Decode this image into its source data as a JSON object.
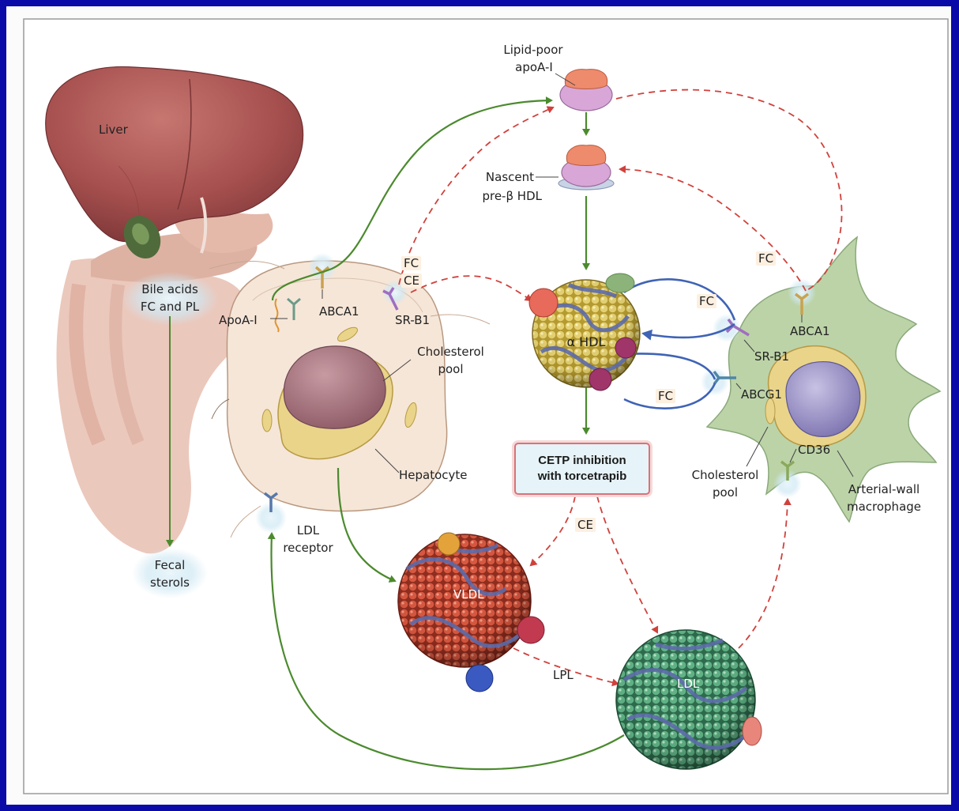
{
  "labels": {
    "liver": "Liver",
    "bile_acids": "Bile acids",
    "fc_and_pl": "FC and PL",
    "fecal": "Fecal",
    "sterols": "sterols",
    "apoa1_left": "ApoA-I",
    "abca1_left": "ABCA1",
    "srb1_left": "SR-B1",
    "fc_left": "FC",
    "ce_left": "CE",
    "cholesterol_pool_left_1": "Cholesterol",
    "cholesterol_pool_left_2": "pool",
    "hepatocyte": "Hepatocyte",
    "ldl_receptor_1": "LDL",
    "ldl_receptor_2": "receptor",
    "lipid_poor_1": "Lipid-poor",
    "lipid_poor_2": "apoA-I",
    "nascent_1": "Nascent",
    "nascent_2": "pre-β HDL",
    "alpha_hdl": "α HDL",
    "fc_top": "FC",
    "fc_bottom": "FC",
    "fc_right": "FC",
    "cetp_1": "CETP inhibition",
    "cetp_2": "with torcetrapib",
    "ce_mid": "CE",
    "vldl": "VLDL",
    "lpl": "LPL",
    "ldl": "LDL",
    "abca1_right": "ABCA1",
    "srb1_right": "SR-B1",
    "abcg1": "ABCG1",
    "cd36": "CD36",
    "cholesterol_pool_right_1": "Cholesterol",
    "cholesterol_pool_right_2": "pool",
    "macrophage_1": "Arterial-wall",
    "macrophage_2": "macrophage"
  },
  "colors": {
    "frame_border": "#0a0aa8",
    "green_arrow": "#4b8a2e",
    "red_dashed": "#d0413c",
    "blue_arrow": "#3f63b5",
    "liver": "#a85454",
    "hdl_particle": "#d8c25a",
    "vldl_particle": "#d0503a",
    "ldl_particle": "#4fa77a",
    "macrophage": "#b8d0a6"
  }
}
